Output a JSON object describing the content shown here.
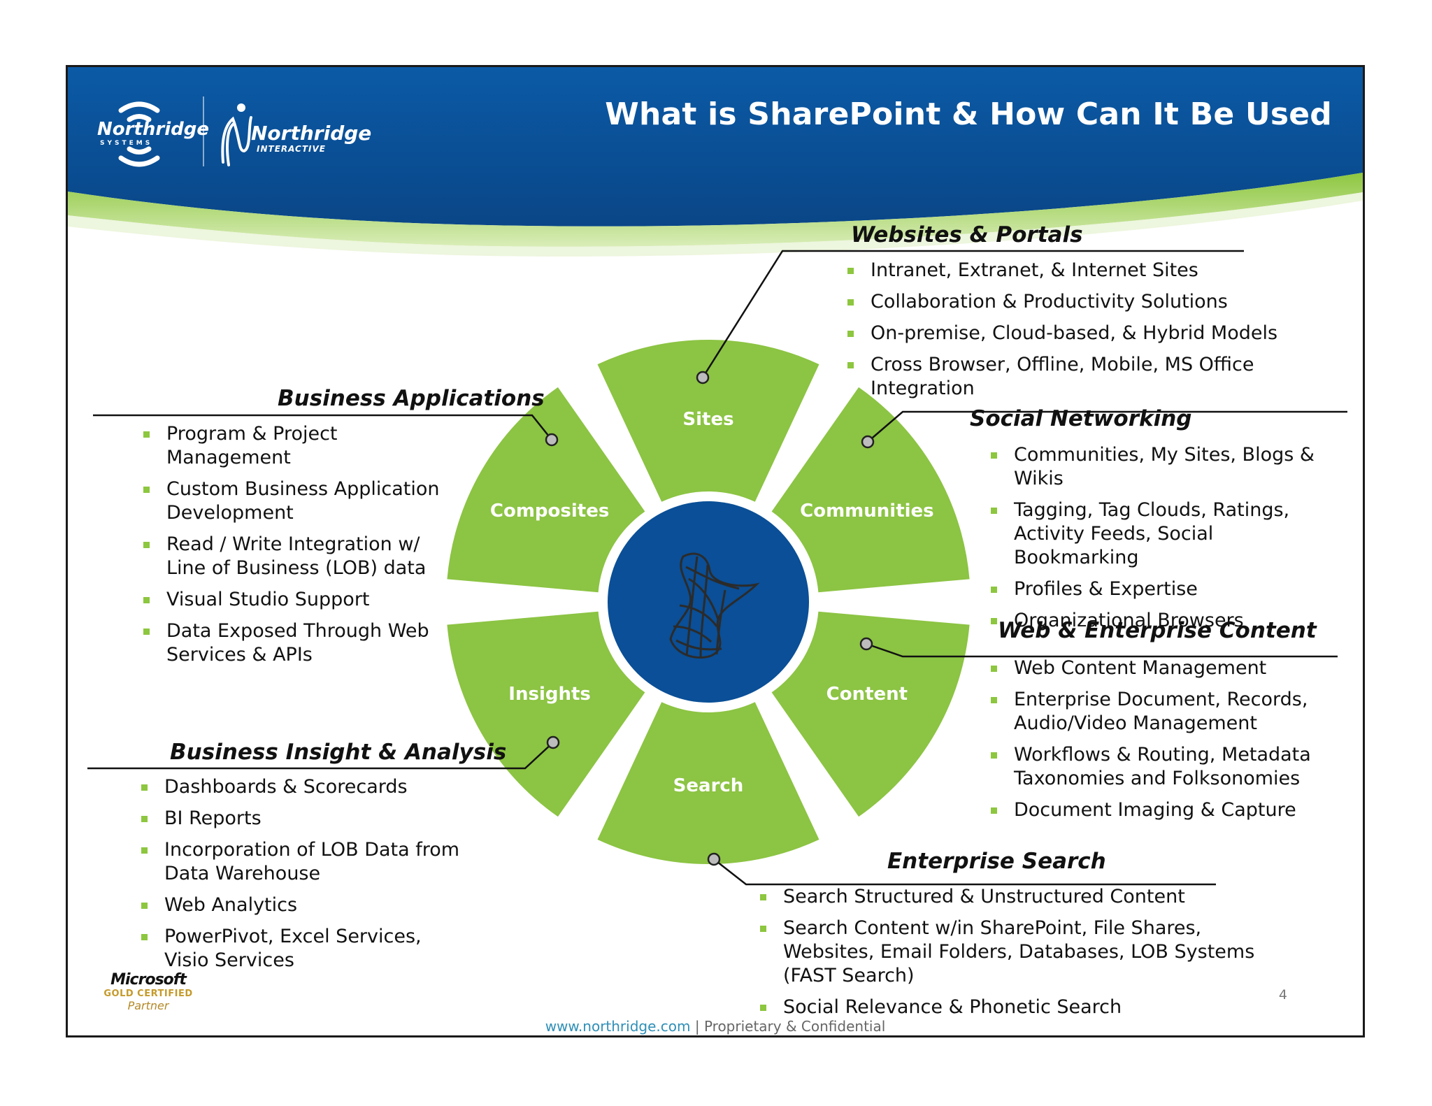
{
  "header": {
    "title": "What is SharePoint & How Can It Be Used",
    "logo_left": {
      "name": "Northridge",
      "sub": "SYSTEMS"
    },
    "logo_right": {
      "name": "Northridge",
      "sub": "INTERACTIVE"
    }
  },
  "wheel": {
    "segments": [
      "Sites",
      "Communities",
      "Content",
      "Search",
      "Insights",
      "Composites"
    ],
    "center_icon": "sharepoint-logo-icon"
  },
  "sections": {
    "websites": {
      "heading": "Websites & Portals",
      "items": [
        "Intranet, Extranet, & Internet Sites",
        "Collaboration & Productivity Solutions",
        "On-premise, Cloud-based, & Hybrid Models",
        "Cross Browser, Offline, Mobile, MS Office Integration"
      ]
    },
    "social": {
      "heading": "Social Networking",
      "items": [
        "Communities, My Sites, Blogs & Wikis",
        "Tagging, Tag Clouds, Ratings, Activity Feeds, Social Bookmarking",
        "Profiles & Expertise",
        "Organizational Browsers"
      ]
    },
    "content": {
      "heading": "Web & Enterprise Content",
      "items": [
        "Web Content Management",
        "Enterprise Document, Records, Audio/Video Management",
        "Workflows & Routing, Metadata Taxonomies and Folksonomies",
        "Document Imaging & Capture"
      ]
    },
    "search": {
      "heading": "Enterprise Search",
      "items": [
        "Search Structured & Unstructured Content",
        "Search Content w/in SharePoint, File Shares, Websites, Email Folders, Databases, LOB Systems (FAST Search)",
        "Social Relevance & Phonetic Search"
      ]
    },
    "business_apps": {
      "heading": "Business Applications",
      "items": [
        "Program & Project Management",
        "Custom Business Application Development",
        "Read / Write Integration w/ Line of Business (LOB) data",
        "Visual Studio Support",
        "Data Exposed Through Web Services & APIs"
      ]
    },
    "insight": {
      "heading": "Business Insight & Analysis",
      "items": [
        "Dashboards & Scorecards",
        "BI Reports",
        "Incorporation of LOB Data from Data Warehouse",
        "Web Analytics",
        "PowerPivot, Excel Services, Visio Services"
      ]
    }
  },
  "footer": {
    "url": "www.northridge.com",
    "separator": "|",
    "text": "Proprietary & Confidential",
    "page_number": "4"
  },
  "partner_badge": {
    "brand": "Microsoft",
    "level": "GOLD CERTIFIED",
    "type": "Partner"
  },
  "colors": {
    "header_blue": "#0a4f97",
    "segment_green": "#8cc443",
    "center_blue": "#0a4f97",
    "bullet_green": "#8dc63f",
    "footer_url": "#2f8fb7"
  }
}
